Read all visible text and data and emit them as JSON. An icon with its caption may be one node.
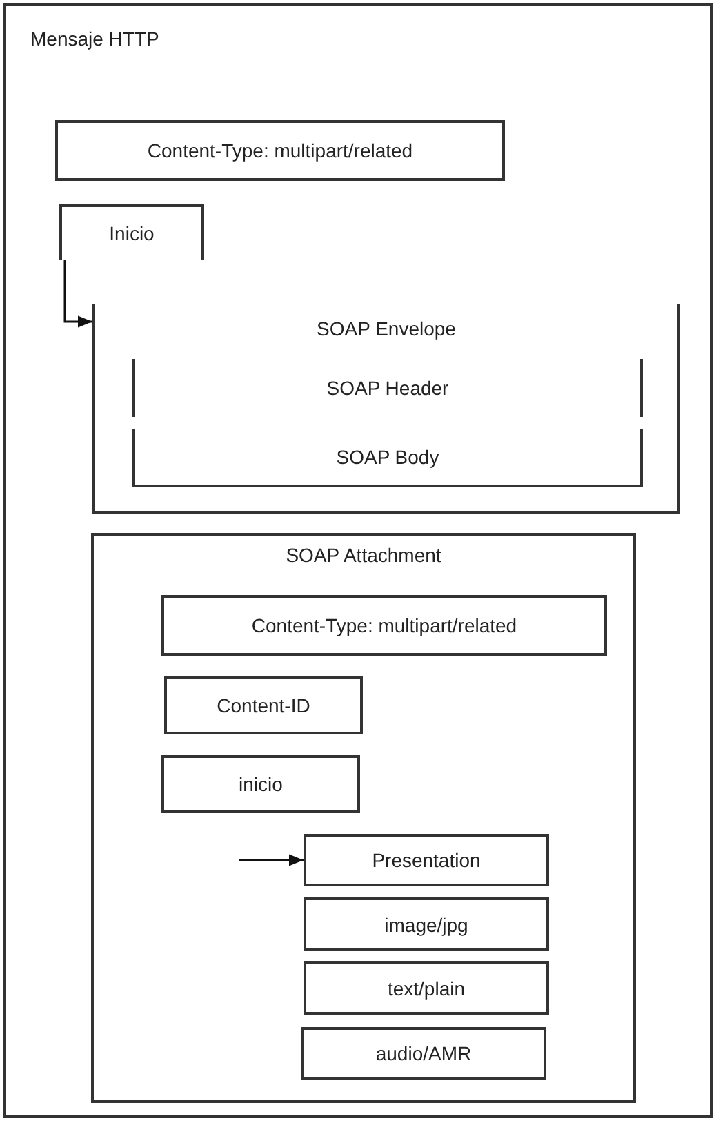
{
  "diagram": {
    "nodes": [
      {
        "text": [
          "Mensaje HTTP"
        ]
      },
      {
        "text": [
          "Content-Type: multipart/related"
        ],
        "in": 0
      },
      {
        "text": [
          "Inicio"
        ],
        "in": 0
      },
      {
        "text": [
          "SOAP Envelope"
        ],
        "in": 0
      },
      {
        "text": [
          "SOAP Header"
        ],
        "in": 3
      },
      {
        "text": [
          "SOAP Body"
        ],
        "in": 3
      },
      {
        "text": [
          "SOAP Attachment"
        ],
        "in": 0
      },
      {
        "text": [
          "Content-Type: multipart/related"
        ],
        "in": 6
      },
      {
        "text": [
          "Content-ID"
        ],
        "in": 6
      },
      {
        "text": [
          "inicio"
        ],
        "in": 6
      },
      {
        "text": [
          "Presentation"
        ],
        "in": 6
      },
      {
        "text": [
          "image/jpg"
        ],
        "in": 6
      },
      {
        "text": [
          "text/plain"
        ],
        "in": 6
      },
      {
        "text": [
          "audio/AMR"
        ],
        "in": 6
      }
    ],
    "edges": [
      {
        "from": 2,
        "to": 3,
        "arrow": "to"
      },
      {
        "from": null,
        "to": 10,
        "arrow": "to"
      }
    ]
  }
}
